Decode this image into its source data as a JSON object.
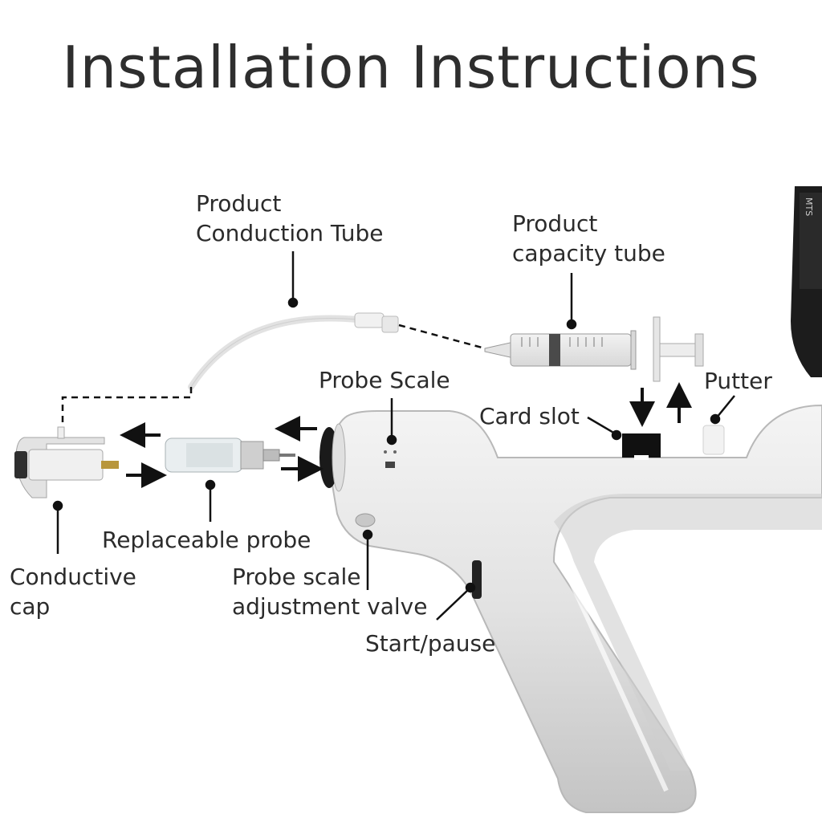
{
  "title": "Installation Instructions",
  "labels": {
    "conduction_tube": [
      "Product",
      "Conduction Tube"
    ],
    "capacity_tube": [
      "Product",
      "capacity tube"
    ],
    "probe_scale": "Probe Scale",
    "putter": "Putter",
    "card_slot": "Card slot",
    "replaceable_probe": "Replaceable probe",
    "conductive_cap": [
      "Conductive",
      "cap"
    ],
    "adjustment_valve": [
      "Probe scale",
      "adjustment valve"
    ],
    "start_pause": "Start/pause"
  },
  "device_screen_text": "MTS"
}
